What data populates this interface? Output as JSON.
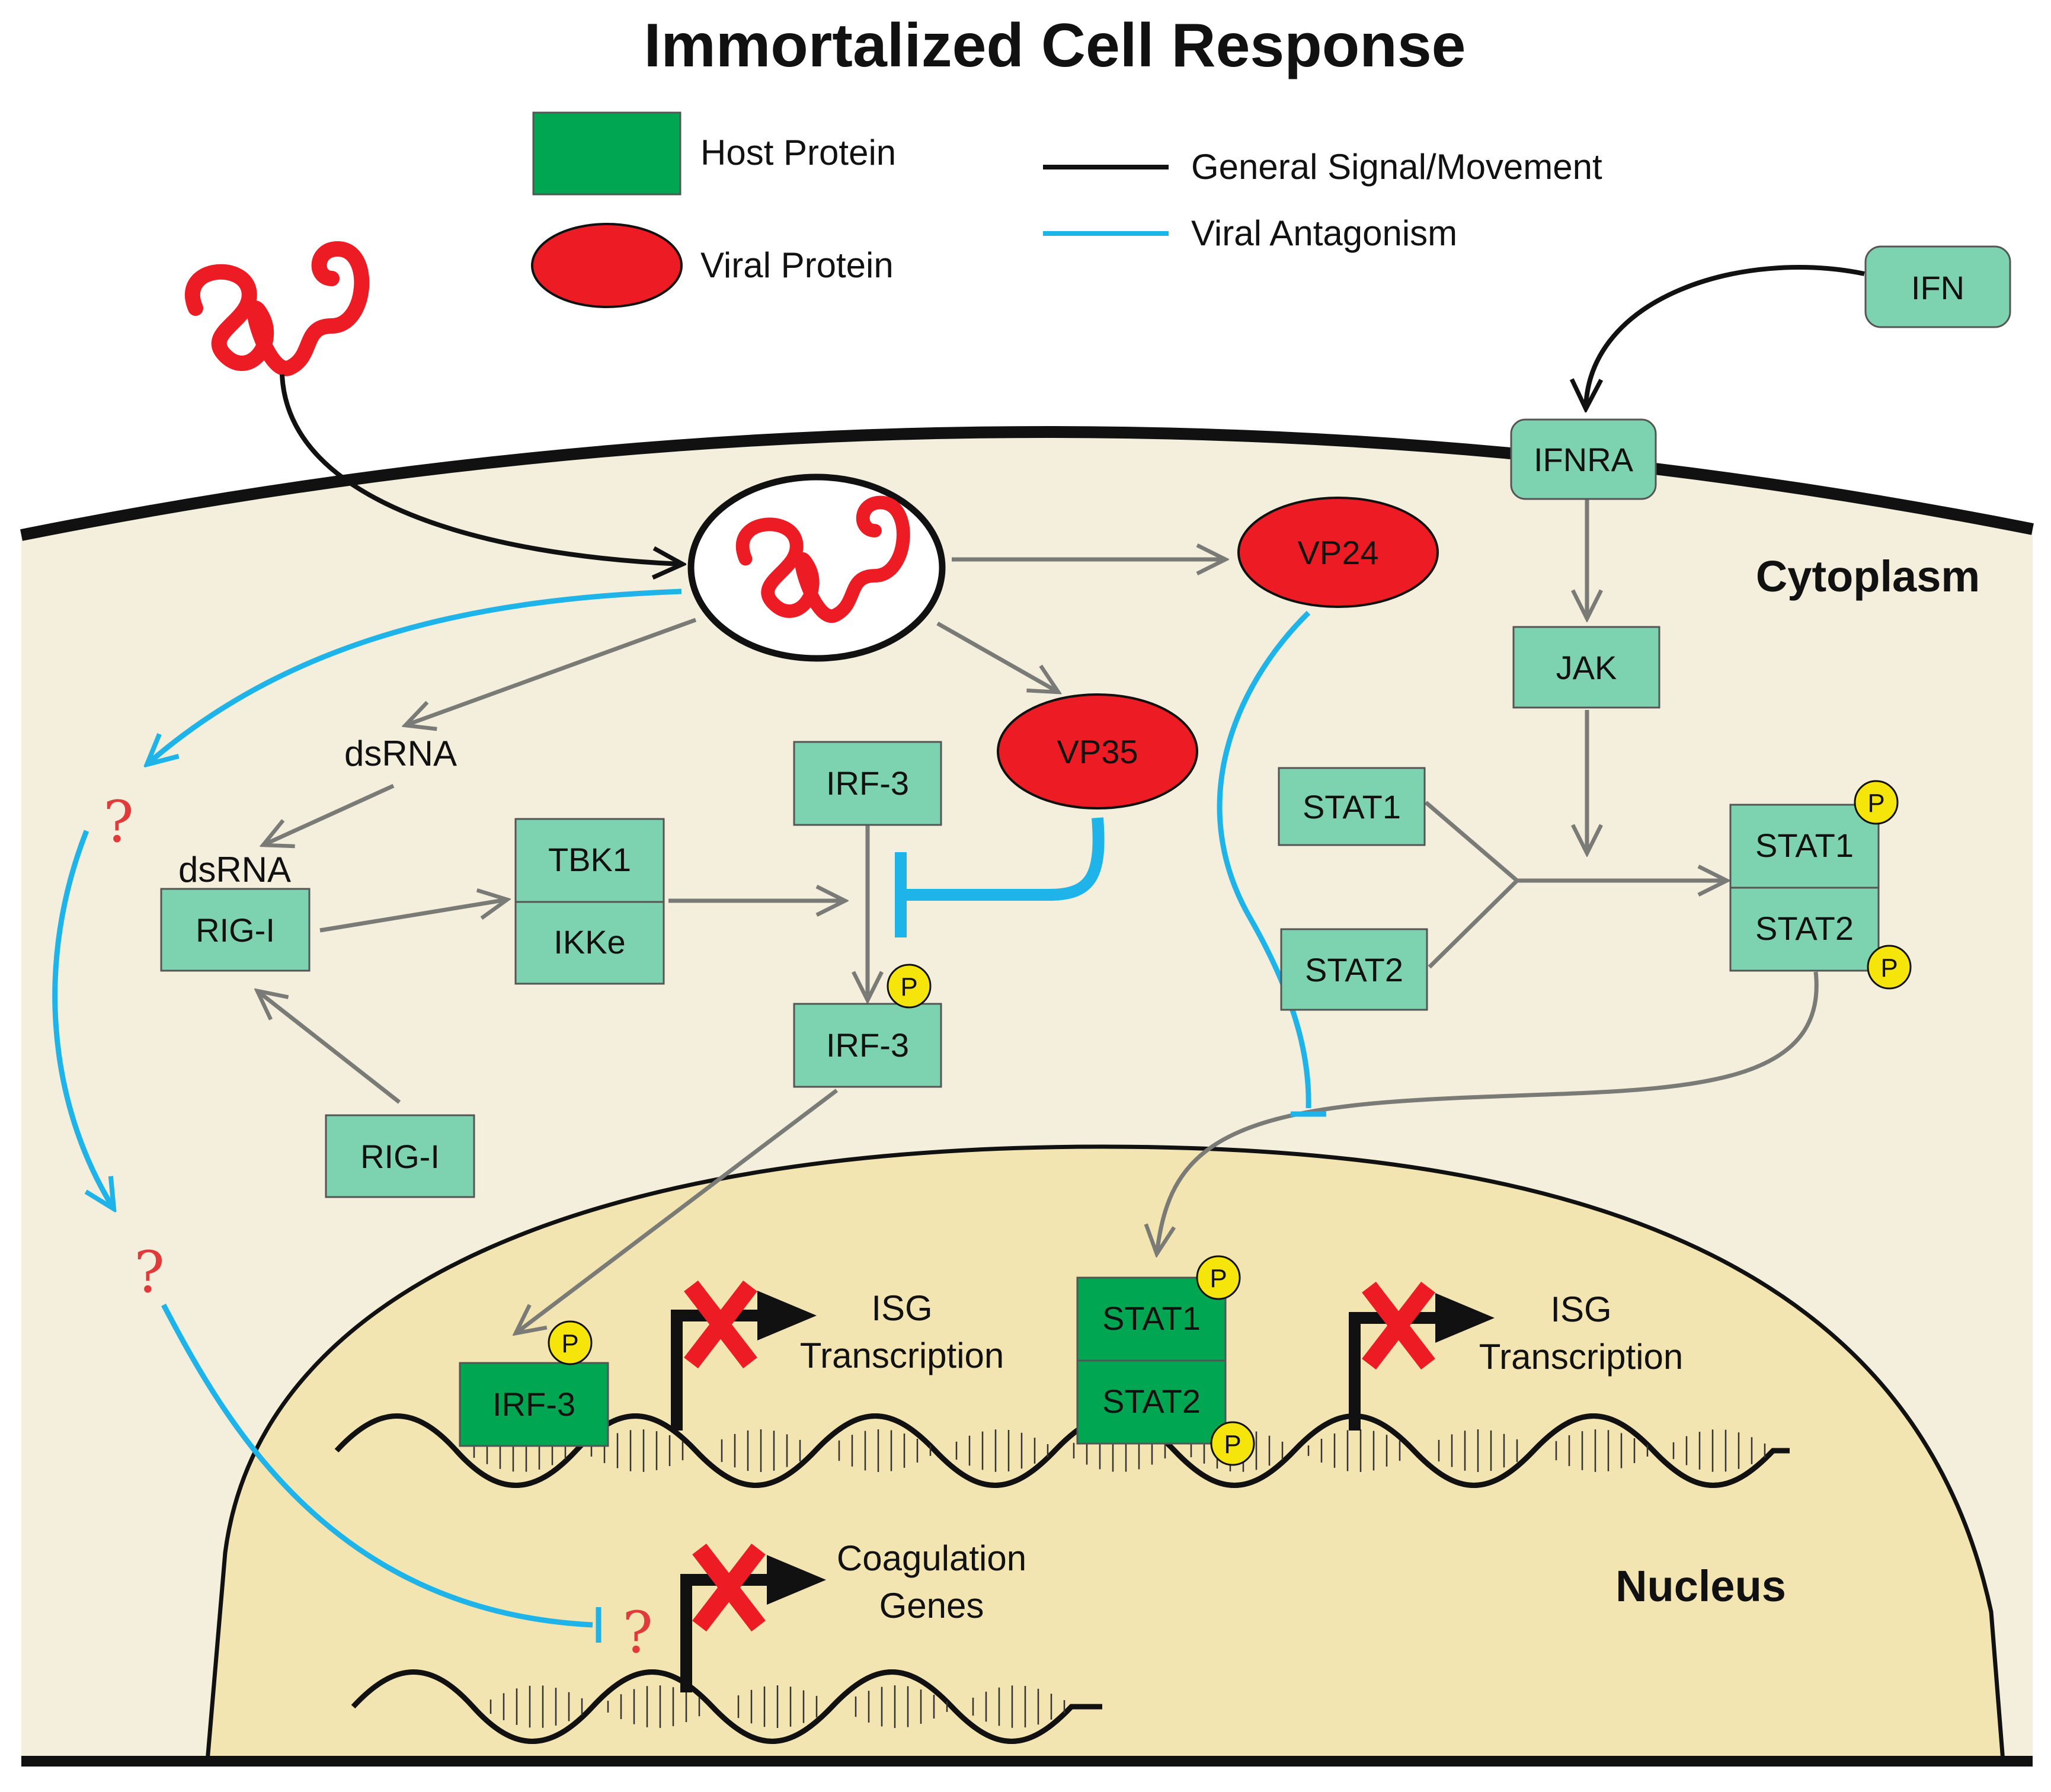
{
  "title": "Immortalized Cell Response",
  "legend": {
    "host_protein": "Host Protein",
    "viral_protein": "Viral Protein",
    "general_signal": "General Signal/Movement",
    "viral_antagonism": "Viral Antagonism"
  },
  "regions": {
    "cytoplasm": "Cytoplasm",
    "nucleus": "Nucleus"
  },
  "nodes": {
    "ifn": "IFN",
    "ifnra": "IFNRA",
    "jak": "JAK",
    "stat1": "STAT1",
    "stat2": "STAT2",
    "stat1_complex": "STAT1",
    "stat2_complex": "STAT2",
    "vp24": "VP24",
    "vp35": "VP35",
    "dsrna_free": "dsRNA",
    "dsrna_bound": "dsRNA",
    "rig_i_bound": "RIG-I",
    "rig_i_free": "RIG-I",
    "tbk1": "TBK1",
    "ikke": "IKKe",
    "irf3_top": "IRF-3",
    "irf3_phos": "IRF-3",
    "irf3_nuc": "IRF-3",
    "stat1_nuc": "STAT1",
    "stat2_nuc": "STAT2"
  },
  "phospho_label": "P",
  "unknown_label": "?",
  "gene_labels": {
    "isg1_line1": "ISG",
    "isg1_line2": "Transcription",
    "isg2_line1": "ISG",
    "isg2_line2": "Transcription",
    "coag_line1": "Coagulation",
    "coag_line2": "Genes"
  },
  "colors": {
    "host_protein": "#00a651",
    "host_protein_light": "#7dd3b0",
    "viral_protein": "#ed1c24",
    "general_signal": "#111111",
    "viral_antagonism": "#1eb4ea",
    "movement_arrow": "#7a7a76",
    "cytoplasm": "#f4efdc",
    "nucleus": "#f3e5b1",
    "phospho": "#f5e50a",
    "blocked_x": "#ed1c24"
  }
}
